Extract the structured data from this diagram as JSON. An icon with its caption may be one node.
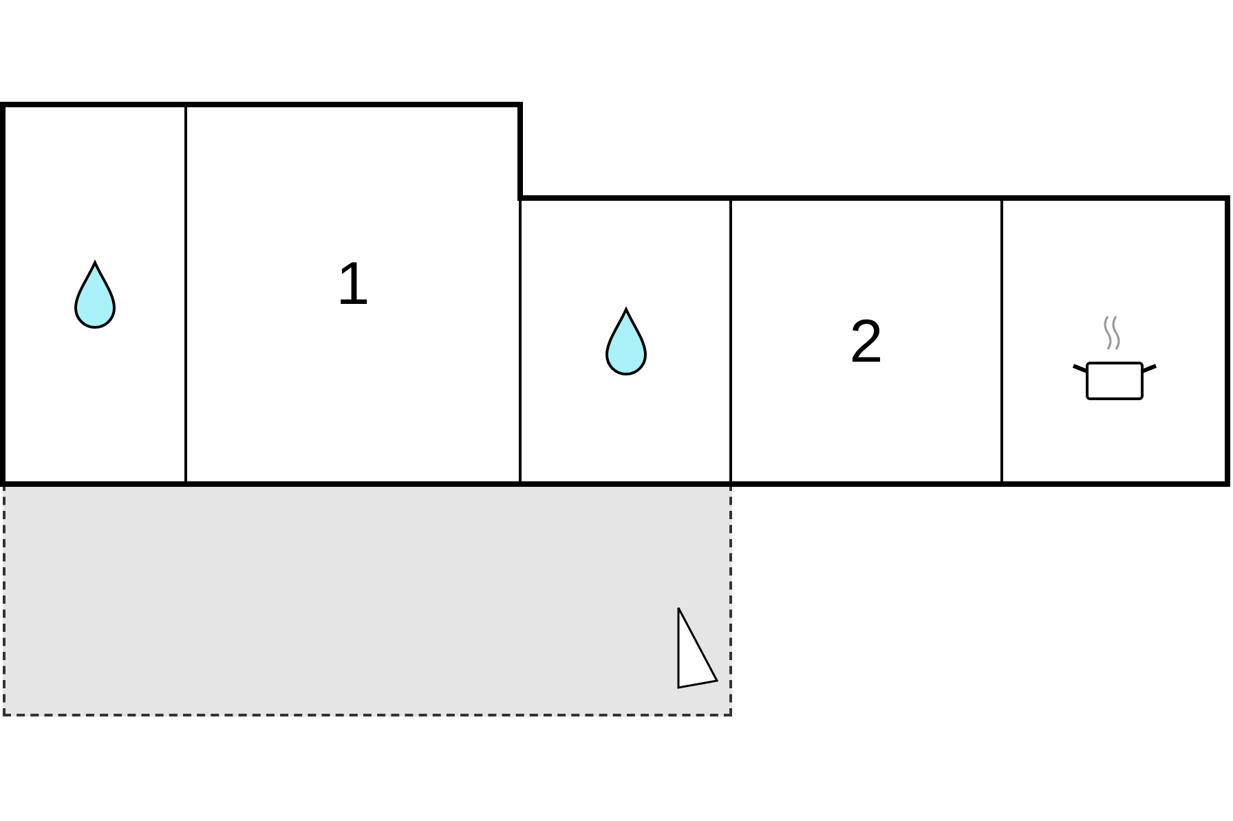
{
  "diagram": {
    "nodes": [
      {
        "text": [],
        "shape": "box"
      },
      {
        "text": [
          "1"
        ]
      },
      {
        "text": [],
        "shape": "box"
      },
      {
        "text": [
          "2"
        ]
      },
      {
        "text": [],
        "shape": "box"
      },
      {
        "text": [],
        "shape": "box"
      }
    ]
  }
}
